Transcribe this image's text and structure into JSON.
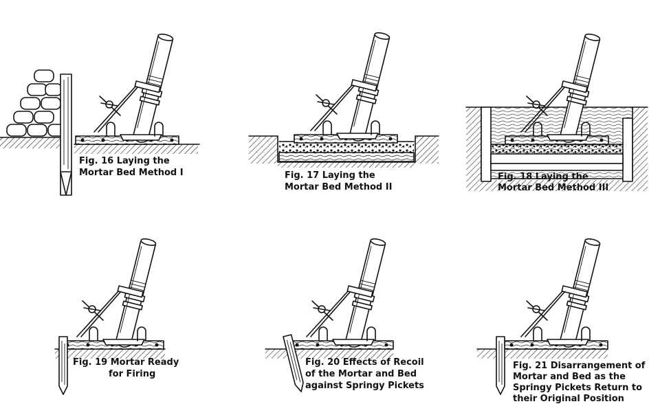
{
  "figures": [
    {
      "id": "fig16",
      "lines": [
        "Fig. 16 Laying the",
        "Mortar Bed Method I"
      ]
    },
    {
      "id": "fig17",
      "lines": [
        "Fig. 17 Laying the",
        "Mortar Bed Method II"
      ]
    },
    {
      "id": "fig18",
      "lines": [
        "Fig. 18 Laying the",
        "Mortar Bed Method III"
      ]
    },
    {
      "id": "fig19",
      "lines": [
        "Fig. 19 Mortar Ready",
        "for Firing"
      ]
    },
    {
      "id": "fig20",
      "lines": [
        "Fig. 20 Effects of Recoil",
        "of the Mortar and Bed",
        "against Springy Pickets"
      ]
    },
    {
      "id": "fig21",
      "lines": [
        "Fig. 21 Disarrangement of",
        "Mortar and Bed as the",
        "Springy Pickets Return to",
        "their Original Position"
      ]
    }
  ]
}
